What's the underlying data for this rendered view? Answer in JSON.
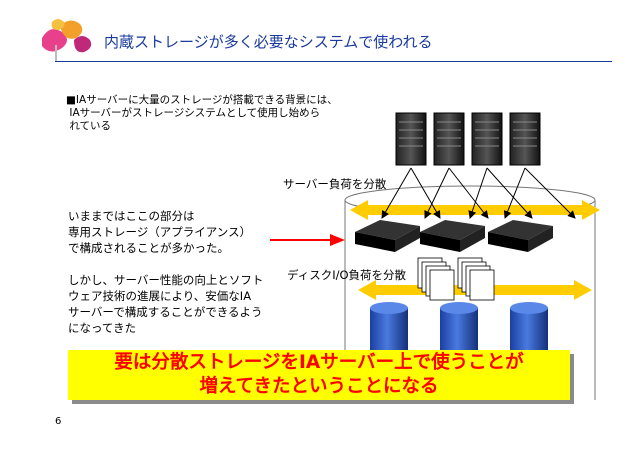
{
  "slide": {
    "title": "内蔵ストレージが多く必要なシステムで使われる",
    "bullet_marker": "■",
    "bullet_lines": [
      "IAサーバーに大量のストレージが搭載できる背景には、",
      "IAサーバーがストレージシステムとして使用し始めら",
      "れている"
    ],
    "left_block_1": [
      "いままではここの部分は",
      "専用ストレージ（アプライアンス）",
      "で構成されることが多かった。"
    ],
    "left_block_2": [
      "しかし、サーバー性能の向上とソフト",
      "ウェア技術の進展により、安価なIA",
      "サーバーで構成することができるよう",
      "になってきた"
    ],
    "label_server_load": "サーバー負荷を分散",
    "label_disk_load": "ディスクI/O負荷を分散",
    "callout_lines": [
      "要は分散ストレージをIAサーバー上で使うことが",
      "増えてきたということになる"
    ],
    "page_number": "6"
  },
  "colors": {
    "title": "#1a3a9e",
    "callout_bg": "#ffff00",
    "callout_text": "#ff0000",
    "arrow_band": "#ffcc00",
    "pointer_arrow": "#ff0000",
    "disk": "#2050c0"
  }
}
